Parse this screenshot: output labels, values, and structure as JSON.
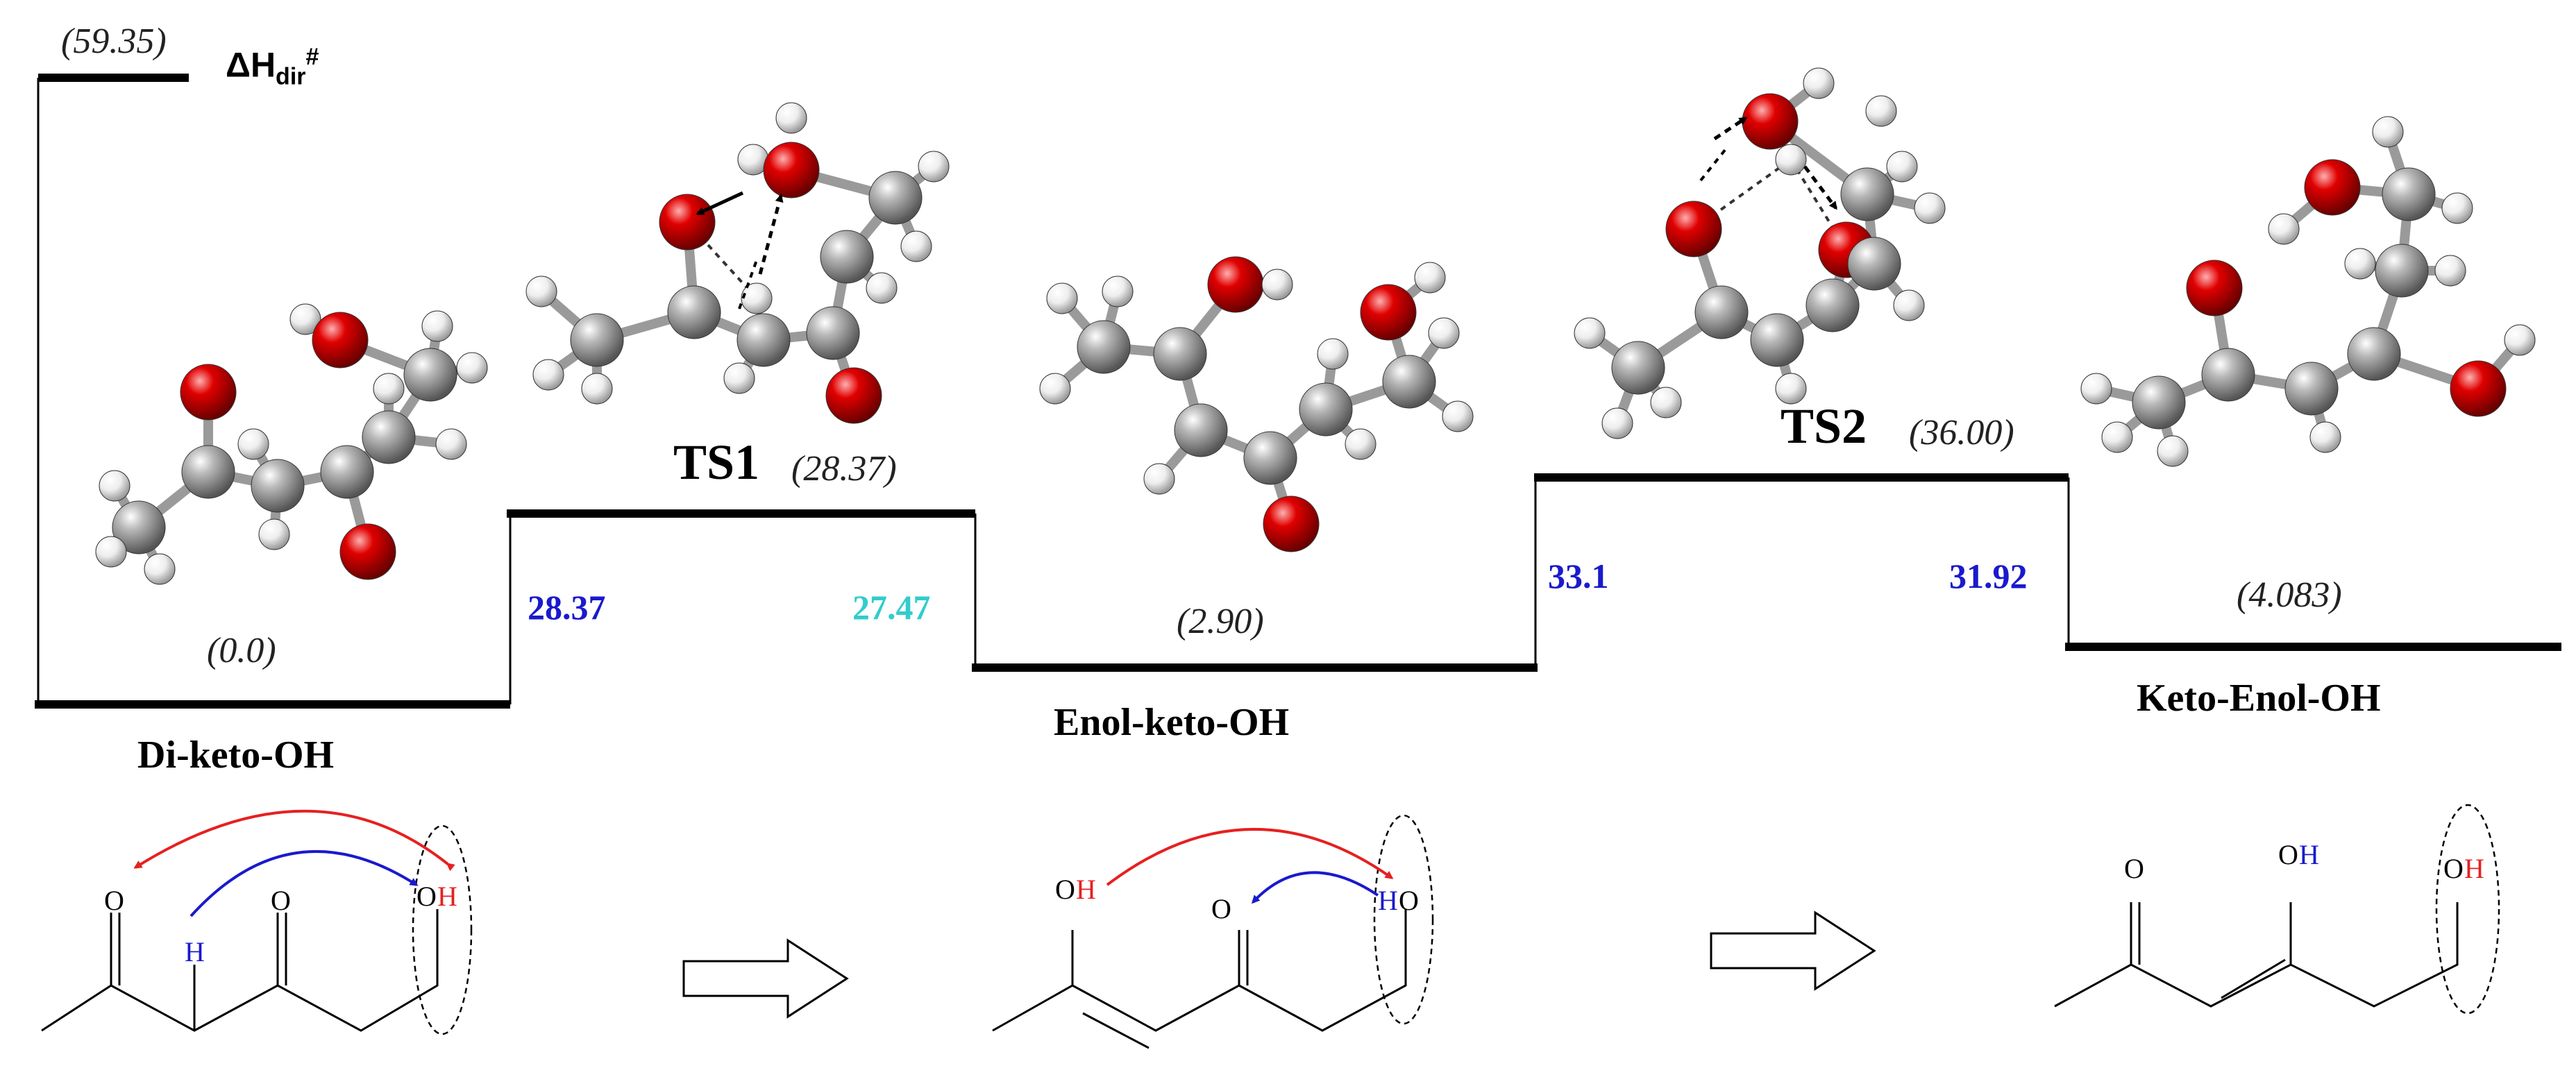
{
  "colors": {
    "blue": "#1a1acc",
    "cyan": "#33cccc",
    "red": "#e62020",
    "atom_carbon": "#8c8c8c",
    "atom_oxygen": "#d40000",
    "atom_hydrogen": "#f2f2f2"
  },
  "energies": {
    "top": "(59.35)",
    "diketo": "(0.0)",
    "ts1": "(28.37)",
    "enol_keto": "(2.90)",
    "ts2": "(36.00)",
    "keto_enol": "(4.083)"
  },
  "delta_h": {
    "base": "ΔH",
    "sub": "dir",
    "sup": "#"
  },
  "ts_labels": {
    "ts1": "TS1",
    "ts2": "TS2"
  },
  "barriers": {
    "ts1_forward": "28.37",
    "ts1_reverse": "27.47",
    "ts2_forward": "33.1",
    "ts2_reverse": "31.92"
  },
  "species": {
    "diketo": "Di-keto-OH",
    "enol_keto": "Enol-keto-OH",
    "keto_enol": "Keto-Enol-OH"
  },
  "structure_atoms": {
    "s1_o1": "O",
    "s1_h_mid": "H",
    "s1_o2": "O",
    "s1_oh_o": "O",
    "s1_oh_h": "H",
    "s2_o_enol": "O",
    "s2_h_enol": "H",
    "s2_o_keto": "O",
    "s2_ho_h": "H",
    "s2_ho_o": "O",
    "s3_o_keto": "O",
    "s3_oh_o": "O",
    "s3_oh_h": "H",
    "s3_oh2_o": "O",
    "s3_oh2_h": "H"
  }
}
